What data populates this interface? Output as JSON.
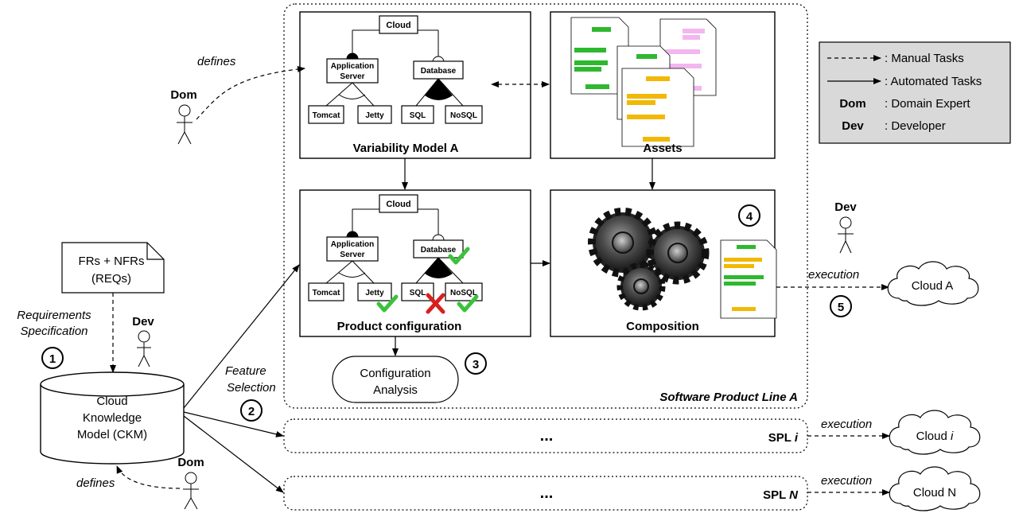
{
  "spl_a": {
    "title": "Software Product Line A",
    "variability_model": {
      "title": "Variability Model A",
      "features": {
        "root": "Cloud",
        "app_server": [
          "Application",
          "Server"
        ],
        "database": "Database",
        "tomcat": "Tomcat",
        "jetty": "Jetty",
        "sql": "SQL",
        "nosql": "NoSQL"
      }
    },
    "assets": {
      "title": "Assets"
    },
    "product_configuration": {
      "title": "Product configuration",
      "features": {
        "root": "Cloud",
        "app_server": [
          "Application",
          "Server"
        ],
        "database": "Database",
        "tomcat": "Tomcat",
        "jetty": "Jetty",
        "sql": "SQL",
        "nosql": "NoSQL"
      },
      "selected": [
        "Jetty",
        "Database",
        "NoSQL"
      ],
      "deselected": [
        "SQL"
      ]
    },
    "composition": {
      "title": "Composition"
    },
    "configuration_analysis": [
      "Configuration",
      "Analysis"
    ]
  },
  "requirements": {
    "doc": [
      "FRs + NFRs",
      "(REQs)"
    ],
    "label": [
      "Requirements",
      "Specification"
    ]
  },
  "ckm": [
    "Cloud",
    "Knowledge",
    "Model (CKM)"
  ],
  "feature_selection": [
    "Feature",
    "Selection"
  ],
  "actors": {
    "dom": "Dom",
    "dev": "Dev"
  },
  "labels": {
    "defines": "defines",
    "execution": "execution"
  },
  "steps": [
    "1",
    "2",
    "3",
    "4",
    "5"
  ],
  "spl_i": {
    "dots": "...",
    "prefix": "SPL ",
    "suffix": "i"
  },
  "spl_n": {
    "dots": "...",
    "prefix": "SPL ",
    "suffix": "N"
  },
  "clouds": {
    "a": "Cloud A",
    "i_prefix": "Cloud ",
    "i_suffix": "i",
    "n": "Cloud N"
  },
  "legend": {
    "manual": ": Manual Tasks",
    "automated": ": Automated Tasks",
    "dom_key": "Dom",
    "dom_value": ": Domain Expert",
    "dev_key": "Dev",
    "dev_value": ": Developer"
  },
  "colors": {
    "check": "#3bc23b",
    "cross": "#d8201c",
    "legend_bg": "#d9d9d9",
    "highlight_green": "#2eb82e",
    "highlight_orange": "#f2b807",
    "highlight_pink": "#f3b6ee"
  }
}
